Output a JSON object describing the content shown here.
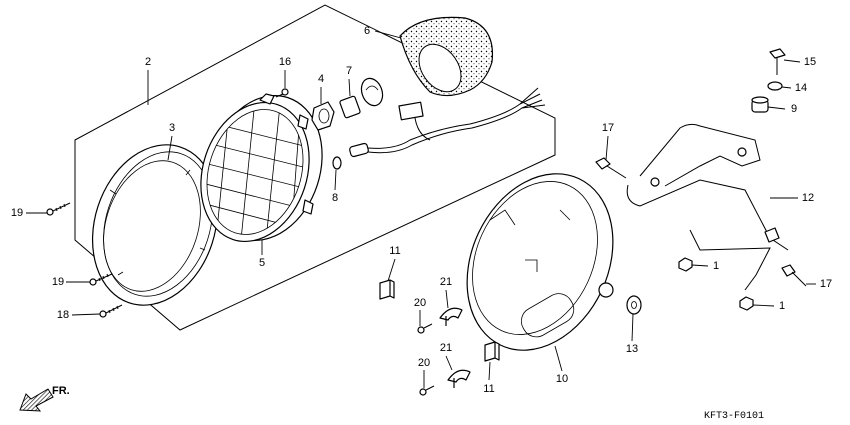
{
  "diagram": {
    "callouts": [
      {
        "label": "2"
      },
      {
        "label": "3"
      },
      {
        "label": "6"
      },
      {
        "label": "16"
      },
      {
        "label": "4"
      },
      {
        "label": "7"
      },
      {
        "label": "15"
      },
      {
        "label": "14"
      },
      {
        "label": "9"
      },
      {
        "label": "17"
      },
      {
        "label": "12"
      },
      {
        "label": "19"
      },
      {
        "label": "19"
      },
      {
        "label": "18"
      },
      {
        "label": "5"
      },
      {
        "label": "8"
      },
      {
        "label": "11"
      },
      {
        "label": "21"
      },
      {
        "label": "20"
      },
      {
        "label": "1"
      },
      {
        "label": "17"
      },
      {
        "label": "1"
      },
      {
        "label": "13"
      },
      {
        "label": "20"
      },
      {
        "label": "21"
      },
      {
        "label": "11"
      },
      {
        "label": "10"
      }
    ],
    "direction_label": "FR.",
    "figure_code": "KFT3-F0101",
    "direction_icon": "front-arrow-icon"
  }
}
